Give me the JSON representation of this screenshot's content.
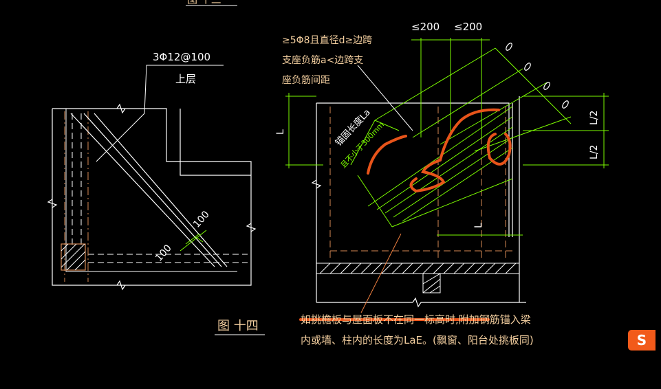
{
  "labels": {
    "top_partial_title": "图 十三",
    "left_rebar_spec": "3Φ12@100",
    "left_layer": "上层",
    "left_dim_a": "100",
    "left_dim_b": "100",
    "figure_title": "图 十四",
    "top_dim_1": "≤200",
    "top_dim_2": "≤200",
    "rebar_note_line1": "≥5Φ8且直径d≥边跨",
    "rebar_note_line2": "支座负筋a<边跨支",
    "rebar_note_line3": "座负筋间距",
    "dim_L_left": "L",
    "dim_L2_upper": "L/2",
    "dim_L2_lower": "L/2",
    "dim_L_bottom": "L",
    "anchor_length": "锚固长度La",
    "anchor_min": "且不小于300mm",
    "bottom_note_line1": "如挑檐板与屋面板不在同一标高时,附加钢筋锚入梁",
    "bottom_note_line2": "内或墙、柱内的长度为LaE。(飘窗、阳台处挑板同)"
  },
  "colors": {
    "background": "#000000",
    "line_white": "#ffffff",
    "dim_green": "#7CFC00",
    "text_tan": "#f5d0a0",
    "annotation_orange": "#e8541a",
    "leader_orange": "#f08040"
  },
  "icons": {
    "app_badge": "S"
  }
}
